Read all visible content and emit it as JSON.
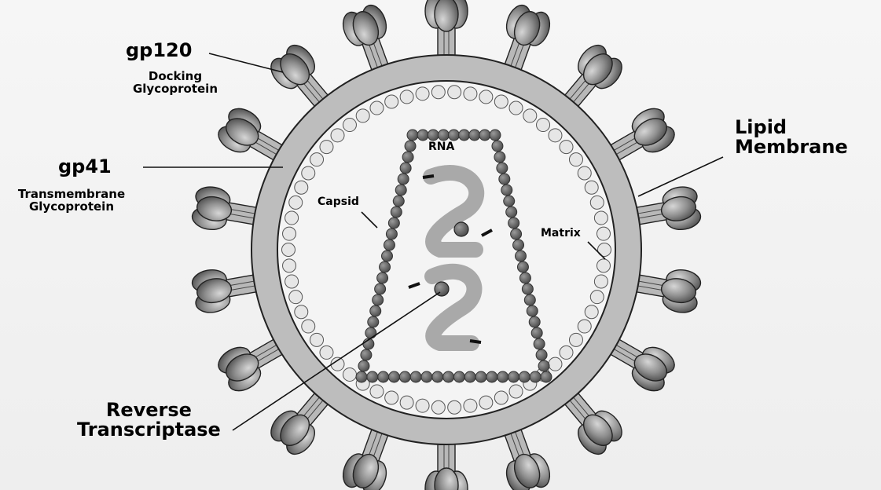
{
  "labels": {
    "gp120": "gp120",
    "gp120_sub1": "Docking",
    "gp120_sub2": "Glycoprotein",
    "gp41": "gp41",
    "gp41_sub1": "Transmembrane",
    "gp41_sub2": "Glycoprotein",
    "lipid1": "Lipid",
    "lipid2": "Membrane",
    "rt1": "Reverse",
    "rt2": "Transcriptase",
    "rna": "RNA",
    "capsid": "Capsid",
    "matrix": "Matrix"
  },
  "colors": {
    "background": "#f1f1f1",
    "outline": "#222222",
    "spike": "#8a8a8a",
    "matrix_bead": "#e6e6e6",
    "capsid_bead": "#6a6a6a",
    "rna": "#a9a9a9"
  },
  "spike_count": 18
}
